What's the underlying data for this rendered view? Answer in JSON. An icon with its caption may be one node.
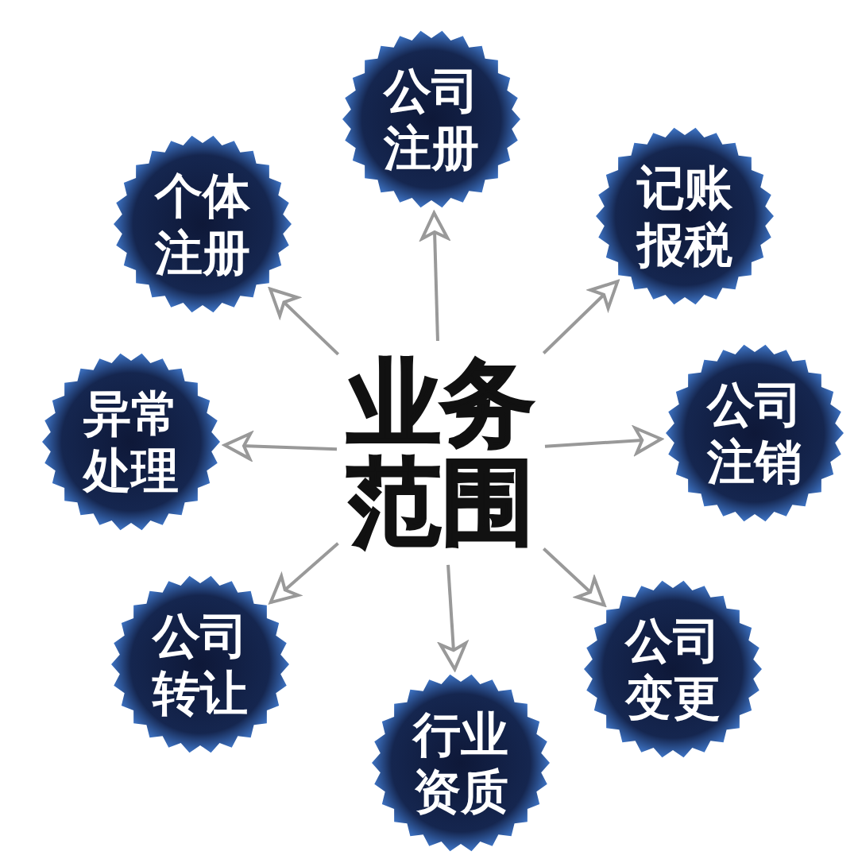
{
  "diagram": {
    "nodes": [
      {
        "text": [
          "业务范围"
        ]
      },
      {
        "text": [
          "公司注册"
        ]
      },
      {
        "text": [
          "个体注册"
        ]
      },
      {
        "text": [
          "记账报税"
        ]
      },
      {
        "text": [
          "异常处理"
        ]
      },
      {
        "text": [
          "公司注销"
        ]
      },
      {
        "text": [
          "公司转让"
        ]
      },
      {
        "text": [
          "公司变更"
        ]
      },
      {
        "text": [
          "行业资质"
        ]
      }
    ],
    "edges": [
      {
        "from": 0,
        "to": 1,
        "arrow": "to"
      },
      {
        "from": 0,
        "to": 2,
        "arrow": "to"
      },
      {
        "from": 0,
        "to": 3,
        "arrow": "to"
      },
      {
        "from": 0,
        "to": 4,
        "arrow": "to"
      },
      {
        "from": 0,
        "to": 5,
        "arrow": "to"
      },
      {
        "from": 0,
        "to": 6,
        "arrow": "to"
      },
      {
        "from": 0,
        "to": 7,
        "arrow": "to"
      },
      {
        "from": 0,
        "to": 8,
        "arrow": "to"
      }
    ]
  }
}
